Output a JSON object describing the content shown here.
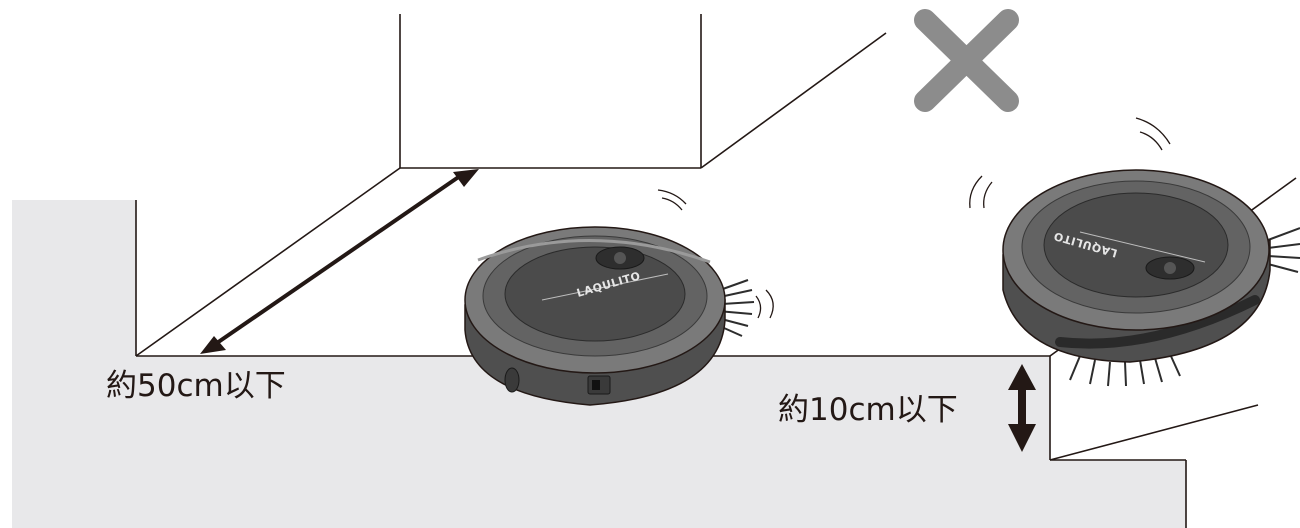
{
  "labels": {
    "depth_limit": "約50cm以下",
    "height_limit": "約10cm以下"
  },
  "brand_text": "LAQULITO",
  "icons": {
    "prohibition": "cross-mark-icon"
  },
  "colors": {
    "floor": "#e8e8ea",
    "line": "#231815",
    "robot_body": "#5a5a5a",
    "robot_rim": "#6e6e6e",
    "robot_top": "#4b4b4b",
    "cross": "#8c8c8c"
  }
}
